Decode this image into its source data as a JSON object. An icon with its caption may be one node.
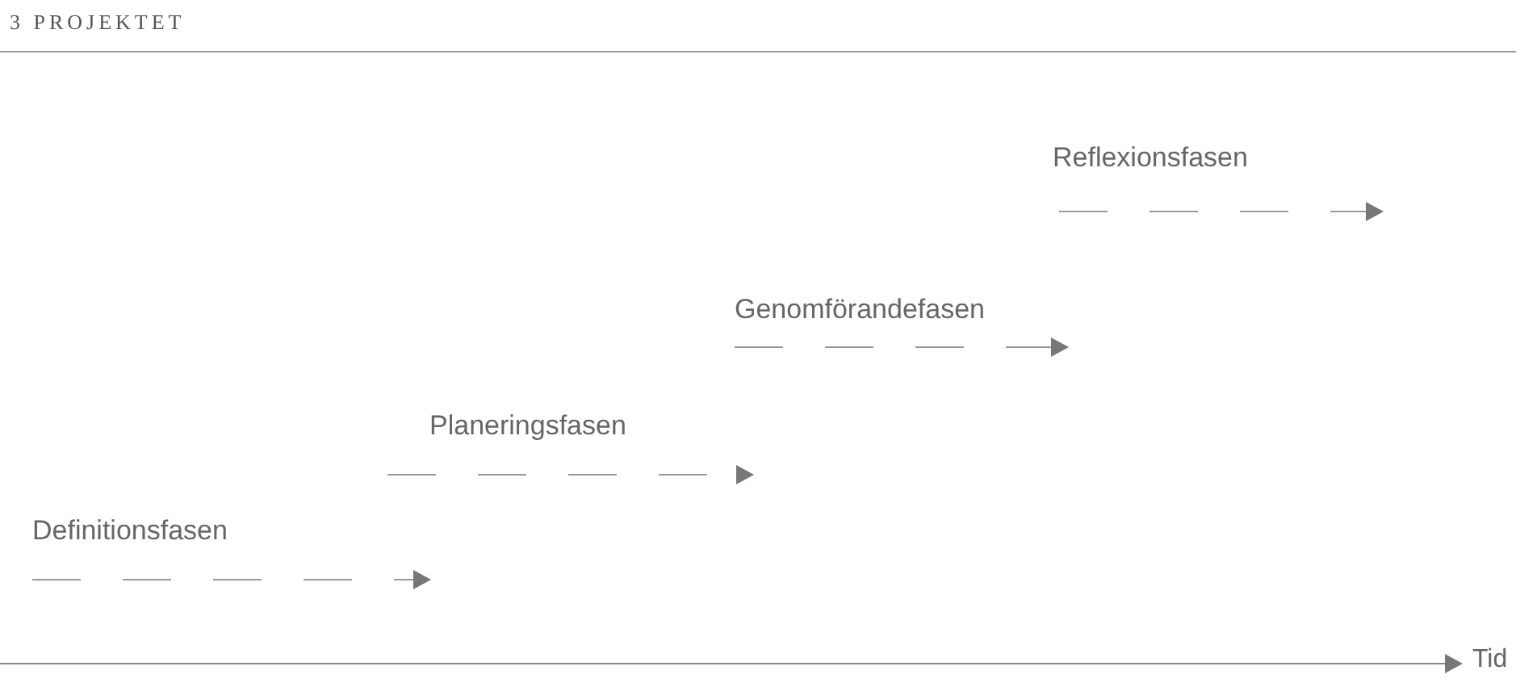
{
  "diagram": {
    "title": "3 PROJEKTET",
    "labels": [
      "Reflexionsfasen",
      "Genomförandefasen",
      "Planeringsfasen",
      "Definitionsfasen",
      "Tid"
    ]
  }
}
